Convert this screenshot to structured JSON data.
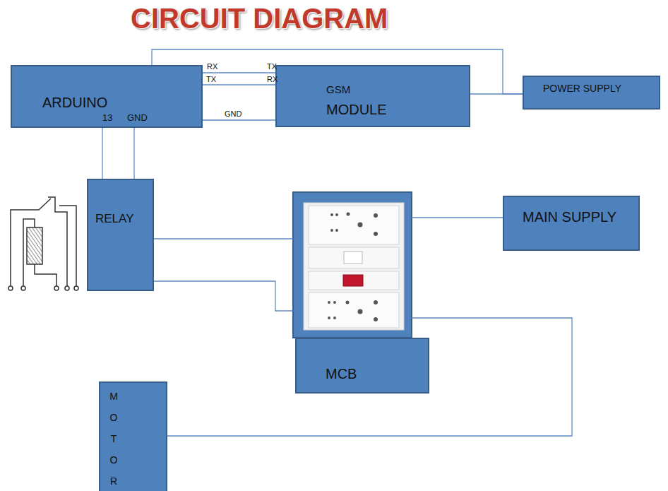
{
  "diagram": {
    "title": "CIRCUIT DIAGRAM",
    "nodes": [
      {
        "text": [
          "ARDUINO",
          "13",
          "GND"
        ]
      },
      {
        "text": [
          "GSM",
          "MODULE"
        ]
      },
      {
        "text": [
          "POWER SUPPLY"
        ]
      },
      {
        "text": [
          "RELAY"
        ]
      },
      {
        "text": [
          "MCB"
        ]
      },
      {
        "text": [
          "MAIN SUPPLY"
        ]
      },
      {
        "text": [
          "MOTOR"
        ]
      }
    ],
    "edges": [
      {
        "from": 0,
        "to": 1,
        "arrow": "none"
      },
      {
        "from": 0,
        "to": 1,
        "arrow": "none"
      },
      {
        "from": 0,
        "to": 1,
        "arrow": "none"
      },
      {
        "from": 0,
        "to": 2,
        "arrow": "none"
      },
      {
        "from": 1,
        "to": 2,
        "arrow": "none"
      },
      {
        "from": 0,
        "to": 3,
        "arrow": "none"
      },
      {
        "from": 0,
        "to": 3,
        "arrow": "none"
      },
      {
        "from": 3,
        "to": 4,
        "arrow": "none"
      },
      {
        "from": 3,
        "to": 4,
        "arrow": "none"
      },
      {
        "from": 4,
        "to": 5,
        "arrow": "none"
      },
      {
        "from": 4,
        "to": 6,
        "arrow": "none"
      }
    ],
    "labels": [
      "RX",
      "TX",
      "TX",
      "RX",
      "GND"
    ]
  }
}
